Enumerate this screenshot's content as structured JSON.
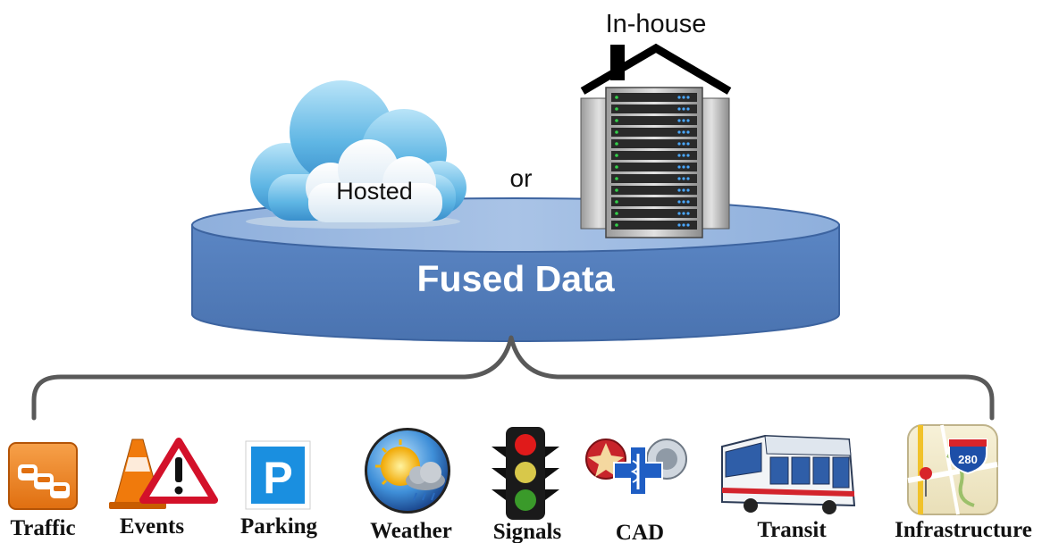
{
  "diagram": {
    "in_house_label": "In-house",
    "or_label": "or",
    "hosted_label": "Hosted",
    "fused_data_label": "Fused Data",
    "colors": {
      "disk_side": "#4f79b7",
      "disk_top": "#93b3de",
      "disk_outline": "#3d64a0",
      "brace": "#595959",
      "cloud": "#6fc0e8"
    },
    "sources": [
      {
        "label": "Traffic",
        "icon": "traffic-sign-icon"
      },
      {
        "label": "Events",
        "icon": "event-cone-warning-icon"
      },
      {
        "label": "Parking",
        "icon": "parking-sign-icon"
      },
      {
        "label": "Weather",
        "icon": "weather-globe-icon"
      },
      {
        "label": "Signals",
        "icon": "traffic-light-icon"
      },
      {
        "label": "CAD",
        "icon": "emergency-badges-icon"
      },
      {
        "label": "Transit",
        "icon": "bus-icon"
      },
      {
        "label": "Infrastructure",
        "icon": "map-route-280-icon"
      }
    ],
    "route_shield": "280"
  }
}
